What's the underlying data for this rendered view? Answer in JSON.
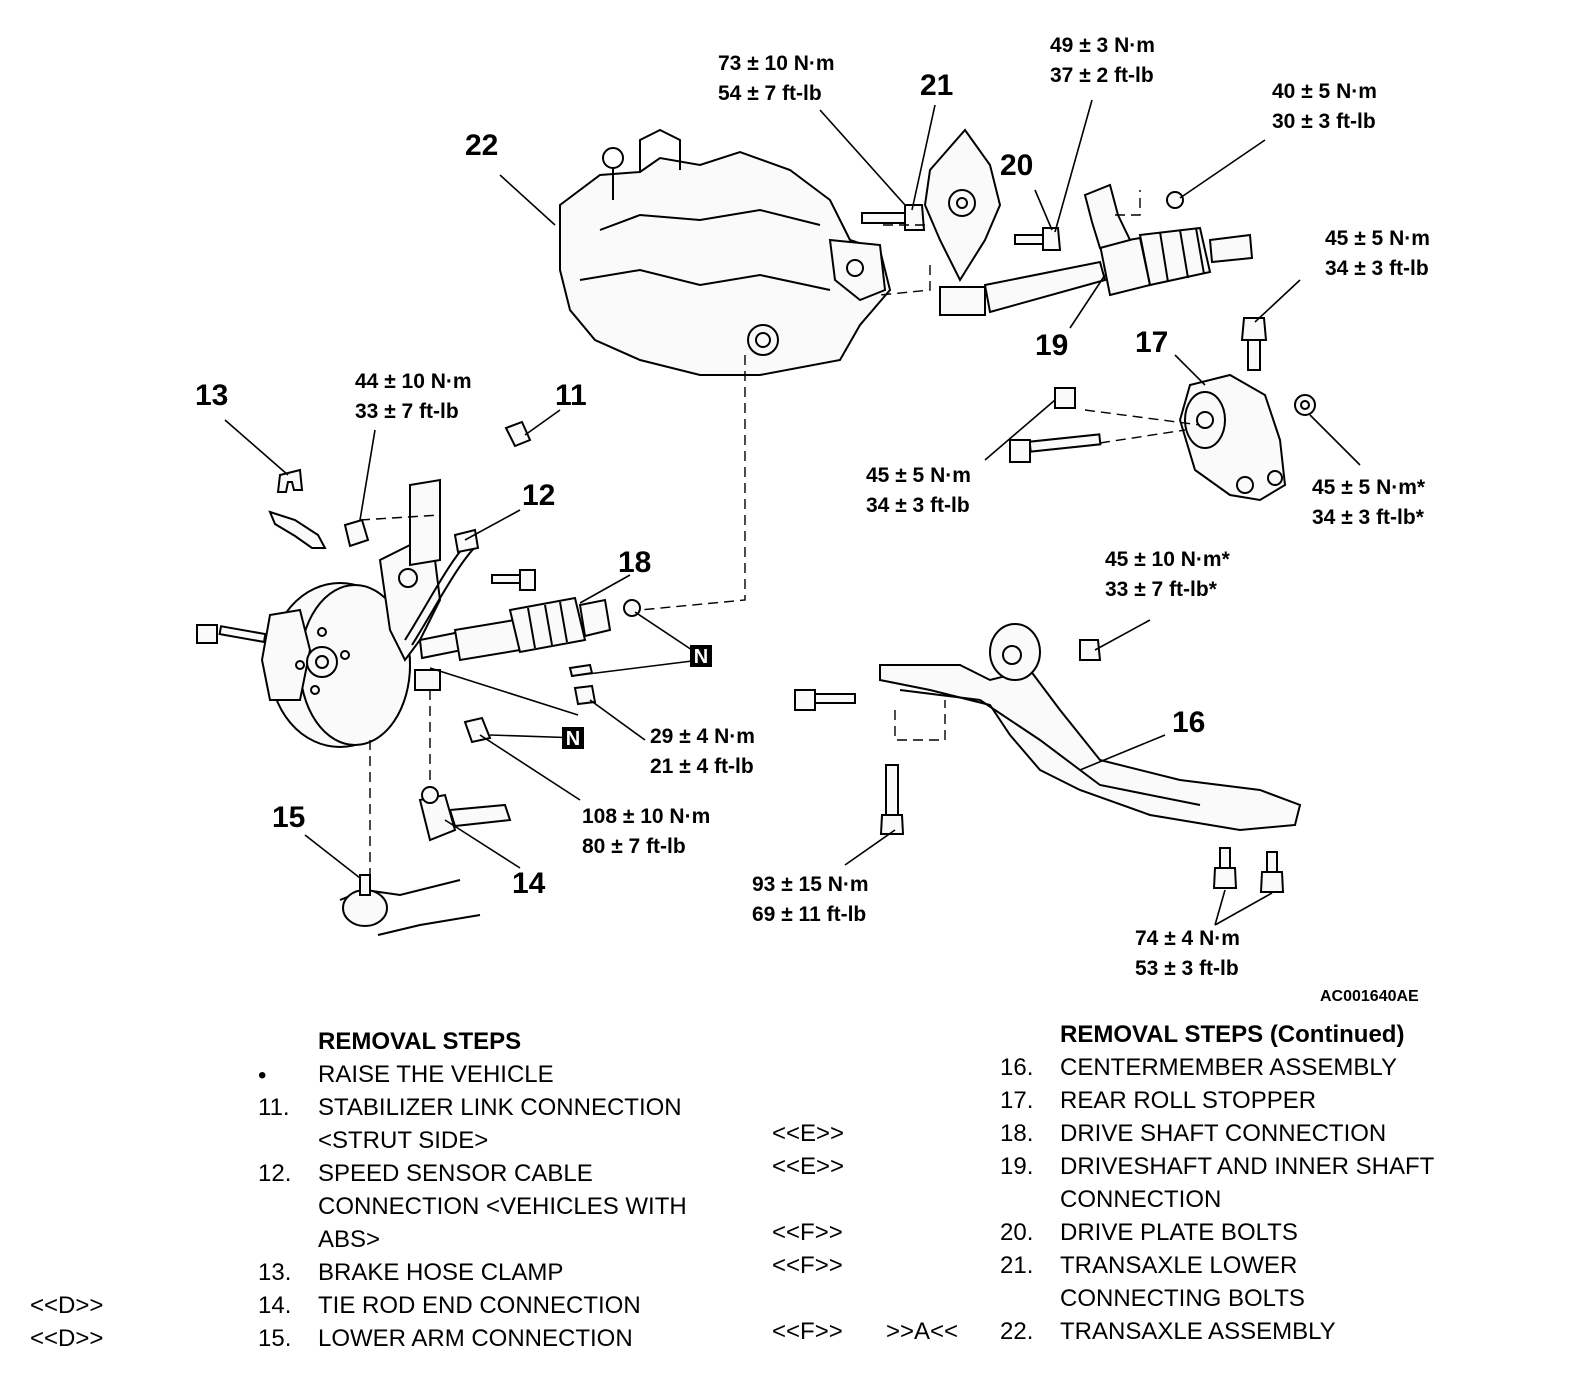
{
  "figure_id": "AC001640AE",
  "callouts": {
    "c11": "11",
    "c12": "12",
    "c13": "13",
    "c14": "14",
    "c15": "15",
    "c16": "16",
    "c17": "17",
    "c18": "18",
    "c19": "19",
    "c20": "20",
    "c21": "21",
    "c22": "22"
  },
  "torques": {
    "t21": [
      "73 ± 10 N·m",
      "54 ± 7 ft-lb"
    ],
    "t20": [
      "49 ± 3 N·m",
      "37 ± 2 ft-lb"
    ],
    "t19": [
      "40 ± 5 N·m",
      "30 ± 3 ft-lb"
    ],
    "t17bolt": [
      "45 ± 5 N·m",
      "34 ± 3 ft-lb"
    ],
    "t17through": [
      "45 ± 5 N·m",
      "34 ± 3 ft-lb"
    ],
    "t17nut": [
      "45 ± 5 N·m*",
      "34 ± 3 ft-lb*"
    ],
    "t11": [
      "44 ± 10 N·m",
      "33 ± 7 ft-lb"
    ],
    "t16nut": [
      "45 ± 10 N·m*",
      "33 ± 7 ft-lb*"
    ],
    "t14": [
      "29 ± 4 N·m",
      "21 ± 4 ft-lb"
    ],
    "t15": [
      "108 ± 10 N·m",
      "80 ± 7 ft-lb"
    ],
    "t16front": [
      "93 ± 15 N·m",
      "69 ± 11 ft-lb"
    ],
    "t16rear": [
      "74 ± 4 N·m",
      "53 ± 3 ft-lb"
    ]
  },
  "new_part_marker": "N",
  "removal_steps": {
    "title": "REMOVAL STEPS",
    "bullet": "•",
    "items": [
      {
        "num": "",
        "text": "RAISE THE VEHICLE",
        "ref1": "",
        "ref2": ""
      },
      {
        "num": "11.",
        "text": "STABILIZER LINK CONNECTION",
        "ref1": "",
        "ref2": ""
      },
      {
        "num": "",
        "text": "<STRUT SIDE>",
        "ref1": "",
        "ref2": ""
      },
      {
        "num": "12.",
        "text": "SPEED SENSOR CABLE",
        "ref1": "",
        "ref2": ""
      },
      {
        "num": "",
        "text": "CONNECTION <VEHICLES WITH",
        "ref1": "",
        "ref2": ""
      },
      {
        "num": "",
        "text": "ABS>",
        "ref1": "",
        "ref2": ""
      },
      {
        "num": "13.",
        "text": "BRAKE HOSE CLAMP",
        "ref1": "",
        "ref2": ""
      },
      {
        "num": "14.",
        "text": "TIE ROD END CONNECTION",
        "ref1": "<<D>>",
        "ref2": ""
      },
      {
        "num": "15.",
        "text": "LOWER ARM CONNECTION",
        "ref1": "<<D>>",
        "ref2": ""
      }
    ]
  },
  "removal_steps_continued": {
    "title": "REMOVAL STEPS (Continued)",
    "items": [
      {
        "num": "16.",
        "text": "CENTERMEMBER ASSEMBLY",
        "ref1": "",
        "ref2": ""
      },
      {
        "num": "17.",
        "text": "REAR ROLL STOPPER",
        "ref1": "",
        "ref2": ""
      },
      {
        "num": "18.",
        "text": "DRIVE SHAFT CONNECTION",
        "ref1": "<<E>>",
        "ref2": ""
      },
      {
        "num": "19.",
        "text": "DRIVESHAFT AND INNER SHAFT",
        "ref1": "<<E>>",
        "ref2": ""
      },
      {
        "num": "",
        "text": "CONNECTION",
        "ref1": "",
        "ref2": ""
      },
      {
        "num": "20.",
        "text": "DRIVE PLATE BOLTS",
        "ref1": "<<F>>",
        "ref2": ""
      },
      {
        "num": "21.",
        "text": "TRANSAXLE LOWER",
        "ref1": "<<F>>",
        "ref2": ""
      },
      {
        "num": "",
        "text": "CONNECTING BOLTS",
        "ref1": "",
        "ref2": ""
      },
      {
        "num": "22.",
        "text": "TRANSAXLE ASSEMBLY",
        "ref1": "<<F>>",
        "ref2": ">>A<<"
      }
    ]
  }
}
